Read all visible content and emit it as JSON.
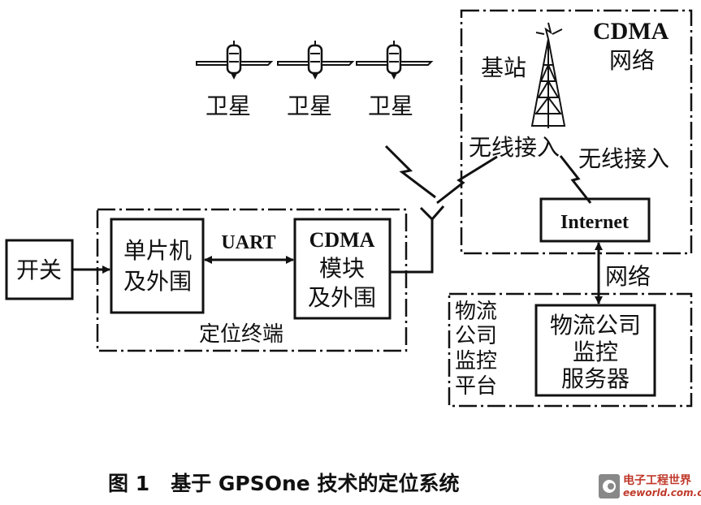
{
  "satellites": [
    {
      "label": "卫星"
    },
    {
      "label": "卫星"
    },
    {
      "label": "卫星"
    }
  ],
  "cdma_network": {
    "title_line1": "CDMA",
    "title_line2": "网络",
    "base_station": "基站",
    "wireless_access_1": "无线接入",
    "wireless_access_2": "无线接入",
    "internet": "Internet"
  },
  "terminal": {
    "label": "定位终端",
    "switch": "开关",
    "mcu_line1": "单片机",
    "mcu_line2": "及外围",
    "uart": "UART",
    "module_line1": "CDMA",
    "module_line2": "模块",
    "module_line3": "及外围"
  },
  "platform": {
    "line1": "物流",
    "line2": "公司",
    "line3": "监控",
    "line4": "平台",
    "network": "网络",
    "server_line1": "物流公司",
    "server_line2": "监控",
    "server_line3": "服务器"
  },
  "caption": "图 1   基于 GPSOne 技术的定位系统",
  "watermark": {
    "cn": "电子工程世界",
    "en": "eeworld.com.cn",
    "color": "#c0392b"
  }
}
